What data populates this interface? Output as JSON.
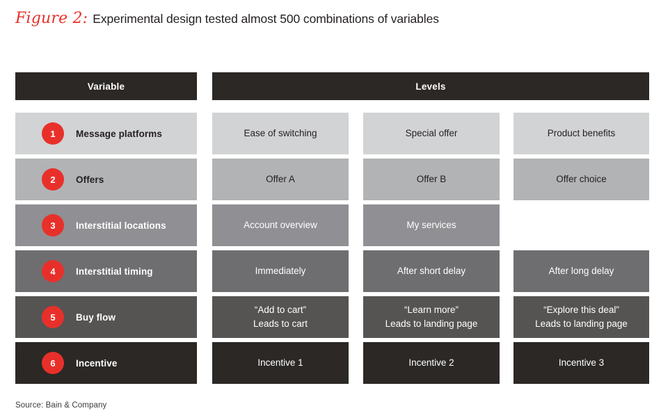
{
  "figure": {
    "label": "Figure 2:",
    "title": "Experimental design tested almost 500 combinations of variables"
  },
  "table": {
    "headers": {
      "variable": "Variable",
      "levels": "Levels"
    },
    "rows": [
      {
        "number": "1",
        "variable": "Message platforms",
        "bg": "#d2d3d5",
        "fg": "#231f20",
        "levels": [
          "Ease of switching",
          "Special offer",
          "Product benefits"
        ]
      },
      {
        "number": "2",
        "variable": "Offers",
        "bg": "#b2b3b5",
        "fg": "#231f20",
        "levels": [
          "Offer A",
          "Offer B",
          "Offer choice"
        ]
      },
      {
        "number": "3",
        "variable": "Interstitial locations",
        "bg": "#908f93",
        "fg": "#ffffff",
        "levels": [
          "Account overview",
          "My services",
          ""
        ]
      },
      {
        "number": "4",
        "variable": "Interstitial timing",
        "bg": "#6e6e70",
        "fg": "#ffffff",
        "levels": [
          "Immediately",
          "After short delay",
          "After long delay"
        ]
      },
      {
        "number": "5",
        "variable": "Buy flow",
        "bg": "#555453",
        "fg": "#ffffff",
        "levels": [
          "“Add to cart”\nLeads to cart",
          "“Learn more”\nLeads to landing page",
          "“Explore this deal”\nLeads to landing page"
        ]
      },
      {
        "number": "6",
        "variable": "Incentive",
        "bg": "#2b2826",
        "fg": "#ffffff",
        "levels": [
          "Incentive 1",
          "Incentive 2",
          "Incentive 3"
        ]
      }
    ]
  },
  "source": "Source: Bain & Company",
  "colors": {
    "accent_red": "#e8302a",
    "header_dark": "#2b2826",
    "text_dark": "#231f20"
  }
}
